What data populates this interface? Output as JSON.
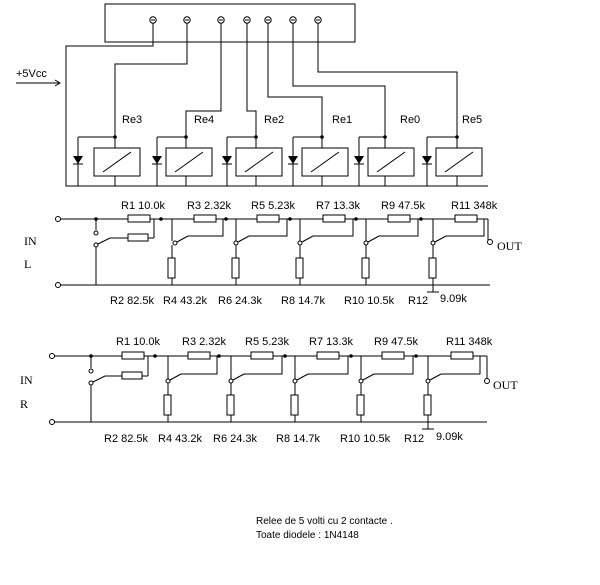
{
  "supply": {
    "label": "+5Vcc"
  },
  "relays": [
    "Re3",
    "Re4",
    "Re2",
    "Re1",
    "Re0",
    "Re5"
  ],
  "channels": [
    {
      "in_label": "IN",
      "ch_label": "L",
      "out_label": "OUT",
      "series": [
        "R1 10.0k",
        "R3 2.32k",
        "R5 5.23k",
        "R7  13.3k",
        "R9 47.5k",
        "R11 348k"
      ],
      "shunt": [
        "R2 82.5k",
        "R4 43.2k",
        "R6 24.3k",
        "R8 14.7k",
        "R10 10.5k",
        "R12",
        "9.09k"
      ]
    },
    {
      "in_label": "IN",
      "ch_label": "R",
      "out_label": "OUT",
      "series": [
        "R1 10.0k",
        "R3 2.32k",
        "R5 5.23k",
        "R7  13.3k",
        "R9 47.5k",
        "R11 348k"
      ],
      "shunt": [
        "R2 82.5k",
        "R4 43.2k",
        "R6 24.3k",
        "R8 14.7k",
        "R10 10.5k",
        "R12",
        "9.09k"
      ]
    }
  ],
  "notes": {
    "line1": "Relee de 5 volti cu 2 contacte .",
    "line2": "Toate diodele : 1N4148"
  }
}
